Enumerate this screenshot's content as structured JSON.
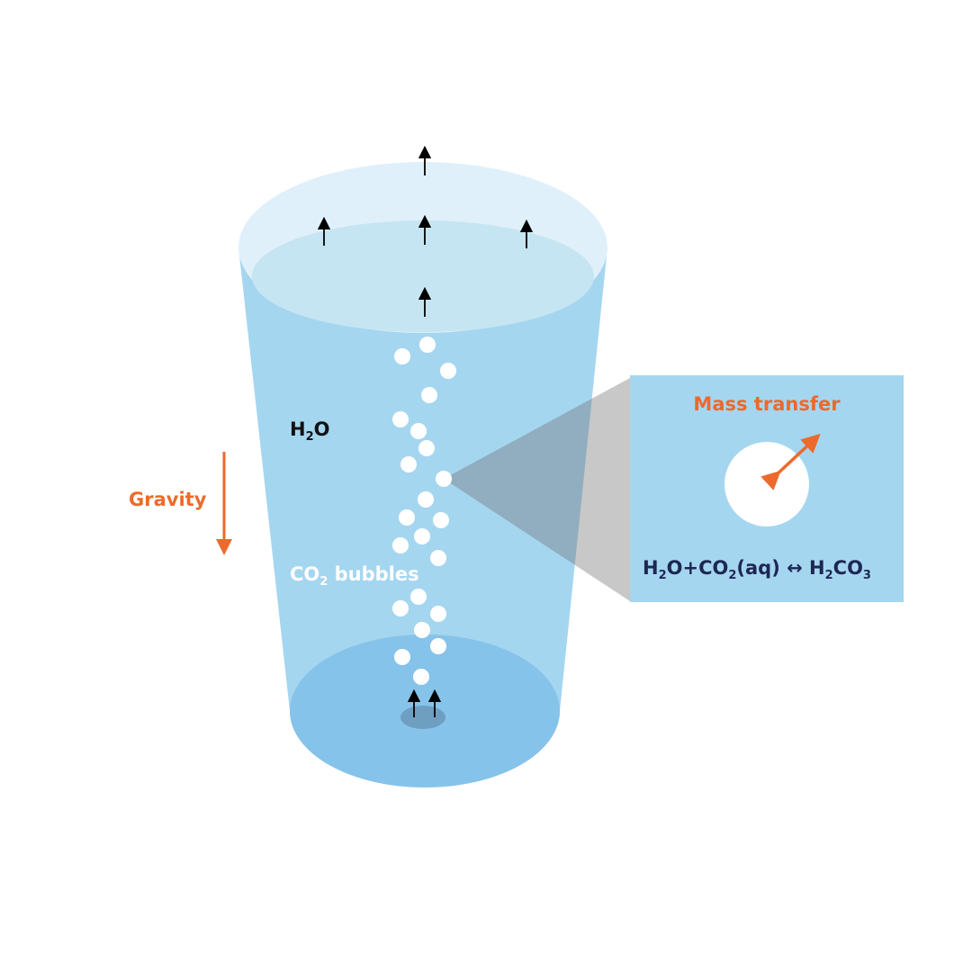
{
  "labels": {
    "water": {
      "main": "H",
      "sub": "2",
      "tail": "O"
    },
    "bubbles": {
      "main": "CO",
      "sub": "2",
      "tail": " bubbles"
    },
    "gravity": "Gravity",
    "mass_transfer": "Mass transfer",
    "equation": {
      "p1": "H",
      "s1": "2",
      "p2": "O+CO",
      "s2": "2",
      "p3": "(aq) ",
      "arrow": "↔",
      "p4": " H",
      "s4": "2",
      "p5": "CO",
      "s5": "3"
    }
  },
  "colors": {
    "orange": "#ec6a2c",
    "navy": "#1d2753",
    "water": "#a5d6f0",
    "rim": "#dff0fb",
    "surface": "#c6e5f2",
    "bottom": "#86c3ea"
  }
}
